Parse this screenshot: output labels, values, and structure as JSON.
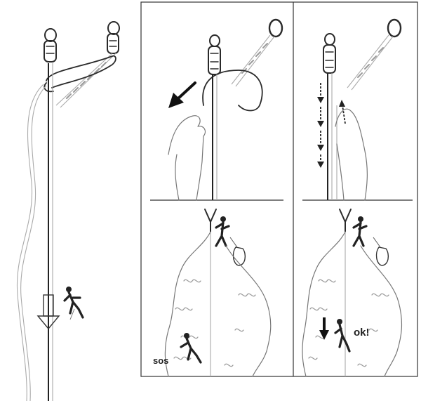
{
  "figure": {
    "labels": {
      "sos": "sos",
      "ok": "ok!"
    },
    "panels": [
      {
        "id": "overview"
      },
      {
        "id": "step-1-lock-loop"
      },
      {
        "id": "step-2-feed-rope"
      },
      {
        "id": "step-3-victim-stuck"
      },
      {
        "id": "step-4-victim-lowered"
      }
    ],
    "colors": {
      "ink": "#2a2a2a",
      "rope_grey": "#9a9a9a",
      "frame": "#333333",
      "background": "#ffffff"
    }
  }
}
